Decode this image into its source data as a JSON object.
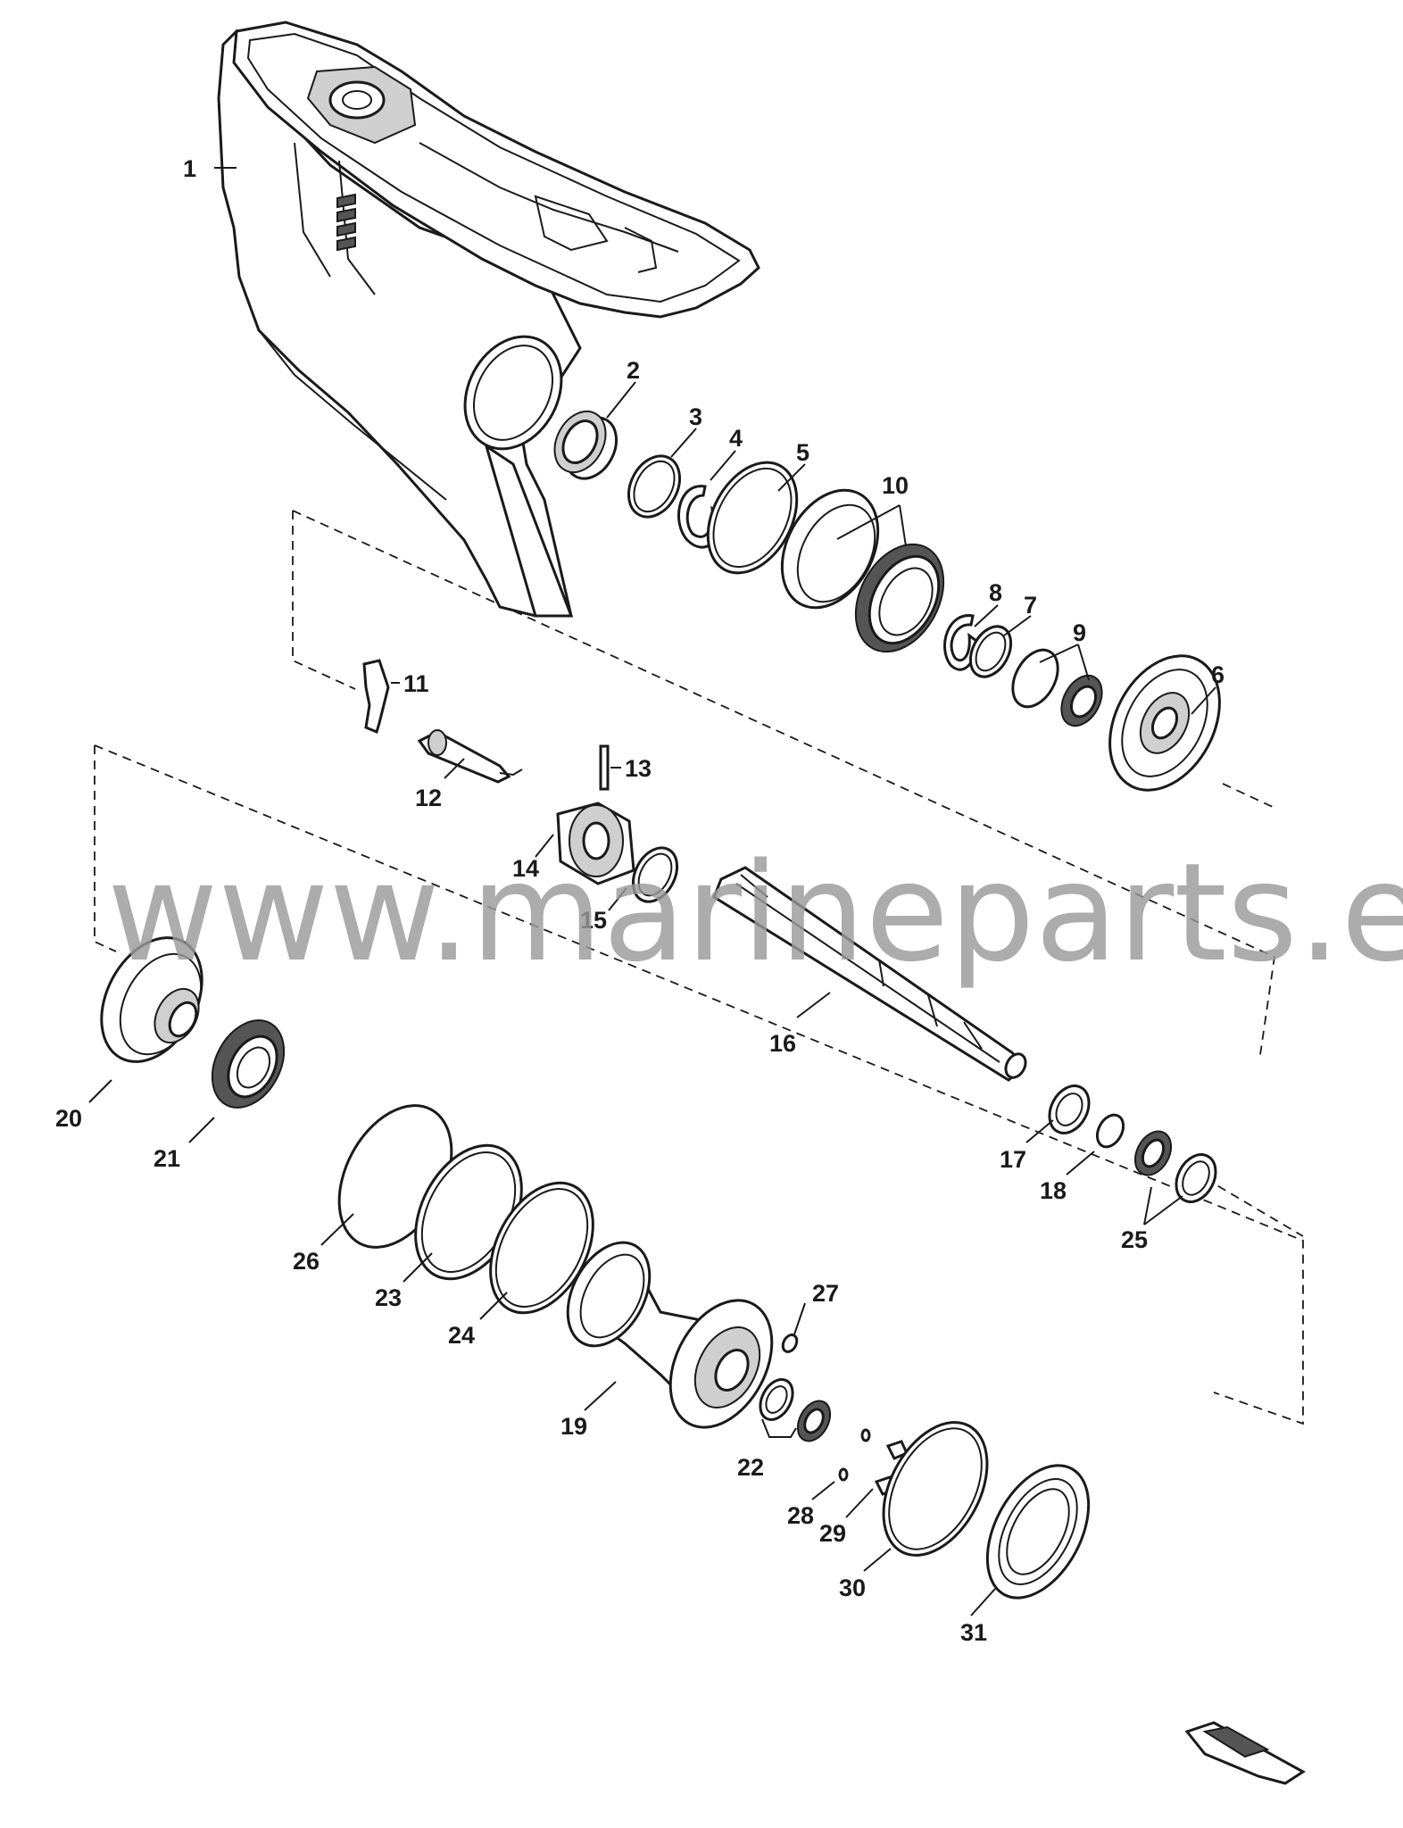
{
  "watermark": "www.marineparts.eu",
  "callouts": [
    {
      "n": "1",
      "text": "1"
    },
    {
      "n": "2",
      "text": "2"
    },
    {
      "n": "3",
      "text": "3"
    },
    {
      "n": "4",
      "text": "4"
    },
    {
      "n": "5",
      "text": "5"
    },
    {
      "n": "6",
      "text": "6"
    },
    {
      "n": "7",
      "text": "7"
    },
    {
      "n": "8",
      "text": "8"
    },
    {
      "n": "9",
      "text": "9"
    },
    {
      "n": "10",
      "text": "10"
    },
    {
      "n": "11",
      "text": "11"
    },
    {
      "n": "12",
      "text": "12"
    },
    {
      "n": "13",
      "text": "13"
    },
    {
      "n": "14",
      "text": "14"
    },
    {
      "n": "15",
      "text": "15"
    },
    {
      "n": "16",
      "text": "16"
    },
    {
      "n": "17",
      "text": "17"
    },
    {
      "n": "18",
      "text": "18"
    },
    {
      "n": "19",
      "text": "19"
    },
    {
      "n": "20",
      "text": "20"
    },
    {
      "n": "21",
      "text": "21"
    },
    {
      "n": "22",
      "text": "22"
    },
    {
      "n": "23",
      "text": "23"
    },
    {
      "n": "24",
      "text": "24"
    },
    {
      "n": "25",
      "text": "25"
    },
    {
      "n": "26",
      "text": "26"
    },
    {
      "n": "27",
      "text": "27"
    },
    {
      "n": "28",
      "text": "28"
    },
    {
      "n": "29",
      "text": "29"
    },
    {
      "n": "30",
      "text": "30"
    },
    {
      "n": "31",
      "text": "31"
    }
  ]
}
